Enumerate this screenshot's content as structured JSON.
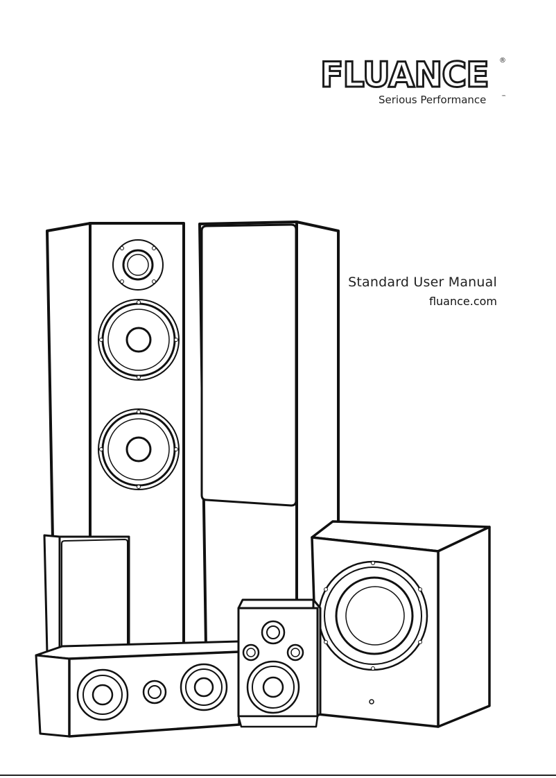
{
  "brand": {
    "logo_text": "FLUANCE",
    "registered_mark": "®",
    "tagline": "Serious Performance",
    "trademark_mark": "™"
  },
  "document": {
    "title": "Standard User Manual",
    "website": "fluance.com"
  },
  "illustration": {
    "line_color": "#111111",
    "fill_color": "#ffffff"
  }
}
